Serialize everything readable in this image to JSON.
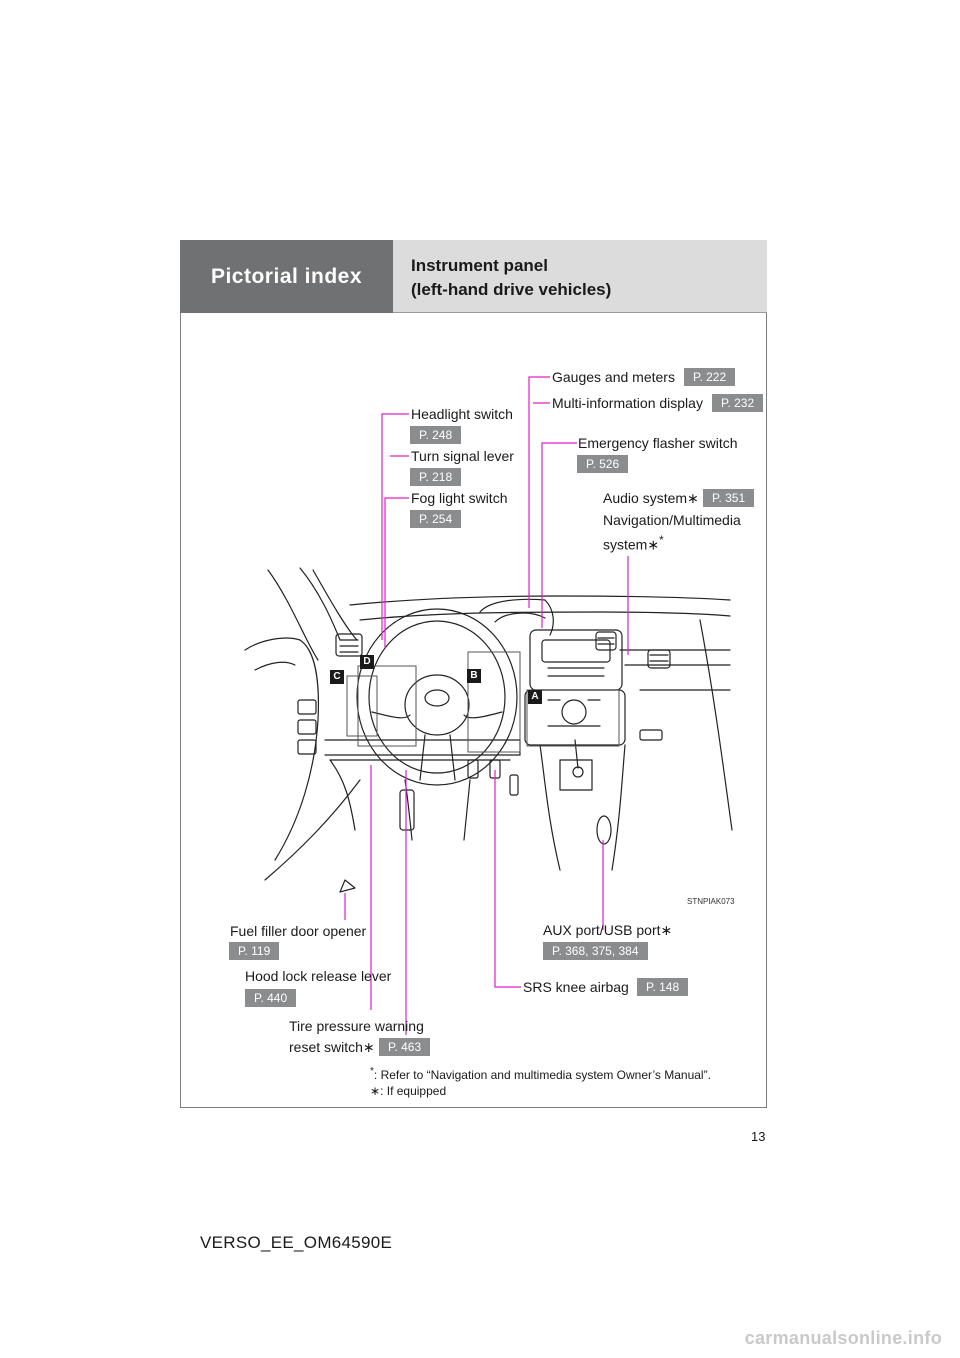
{
  "header": {
    "section": "Pictorial index",
    "title_line1": "Instrument panel",
    "title_line2": "(left-hand drive vehicles)"
  },
  "callouts": {
    "gauges": {
      "label": "Gauges and meters",
      "page": "P. 222"
    },
    "multi_info": {
      "label": "Multi-information display",
      "page": "P. 232"
    },
    "headlight": {
      "label": "Headlight switch",
      "page": "P. 248"
    },
    "turn_signal": {
      "label": "Turn signal lever",
      "page": "P. 218"
    },
    "fog_light": {
      "label": "Fog light switch",
      "page": "P. 254"
    },
    "emergency": {
      "label": "Emergency flasher switch",
      "page": "P. 526"
    },
    "audio": {
      "label": "Audio system",
      "page": "P. 351",
      "line2": "Navigation/Multimedia",
      "line3": "system"
    },
    "fuel_filler": {
      "label": "Fuel filler door opener",
      "page": "P. 119"
    },
    "hood_lock": {
      "label": "Hood lock release lever",
      "page": "P. 440"
    },
    "tire_pressure": {
      "label": "Tire pressure warning",
      "label2": "reset switch",
      "page": "P. 463"
    },
    "aux": {
      "label": "AUX  port/USB port",
      "page": "P. 368, 375, 384"
    },
    "srs": {
      "label": "SRS knee airbag",
      "page": "P. 148"
    }
  },
  "image_code": "STNPIAK073",
  "area_tags": {
    "a": "A",
    "b": "B",
    "c": "C",
    "d": "D"
  },
  "footnotes": {
    "star1": ": Refer to “Navigation and multimedia system Owner’s Manual”.",
    "star2": ": If equipped"
  },
  "page_number": "13",
  "doc_id": "VERSO_EE_OM64590E",
  "watermark": "carmanualsonline.info",
  "colors": {
    "leader_line": "#e020c8",
    "header_dark": "#6f7172",
    "header_light": "#dcdcdc",
    "page_tag": "#8a8c8e"
  }
}
